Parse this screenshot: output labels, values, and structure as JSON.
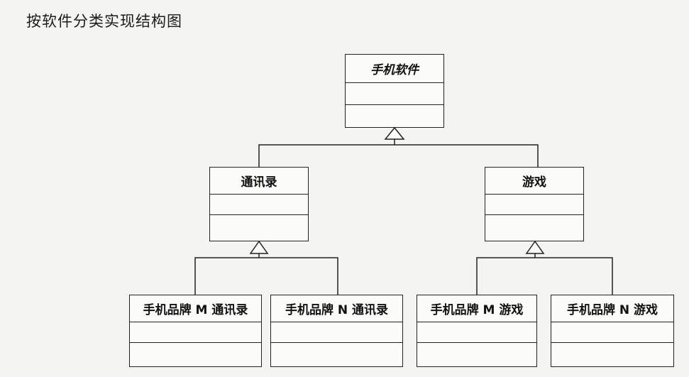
{
  "title": "按软件分类实现结构图",
  "classes": {
    "phone_software": "手机软件",
    "contacts": "通讯录",
    "games": "游戏",
    "brand_m_contacts": "手机品牌 M 通讯录",
    "brand_n_contacts": "手机品牌 N 通讯录",
    "brand_m_games": "手机品牌 M 游戏",
    "brand_n_games": "手机品牌 N 游戏"
  },
  "relationships": [
    {
      "type": "generalization",
      "from": "contacts",
      "to": "phone_software"
    },
    {
      "type": "generalization",
      "from": "games",
      "to": "phone_software"
    },
    {
      "type": "generalization",
      "from": "brand_m_contacts",
      "to": "contacts"
    },
    {
      "type": "generalization",
      "from": "brand_n_contacts",
      "to": "contacts"
    },
    {
      "type": "generalization",
      "from": "brand_m_games",
      "to": "games"
    },
    {
      "type": "generalization",
      "from": "brand_n_games",
      "to": "games"
    }
  ]
}
